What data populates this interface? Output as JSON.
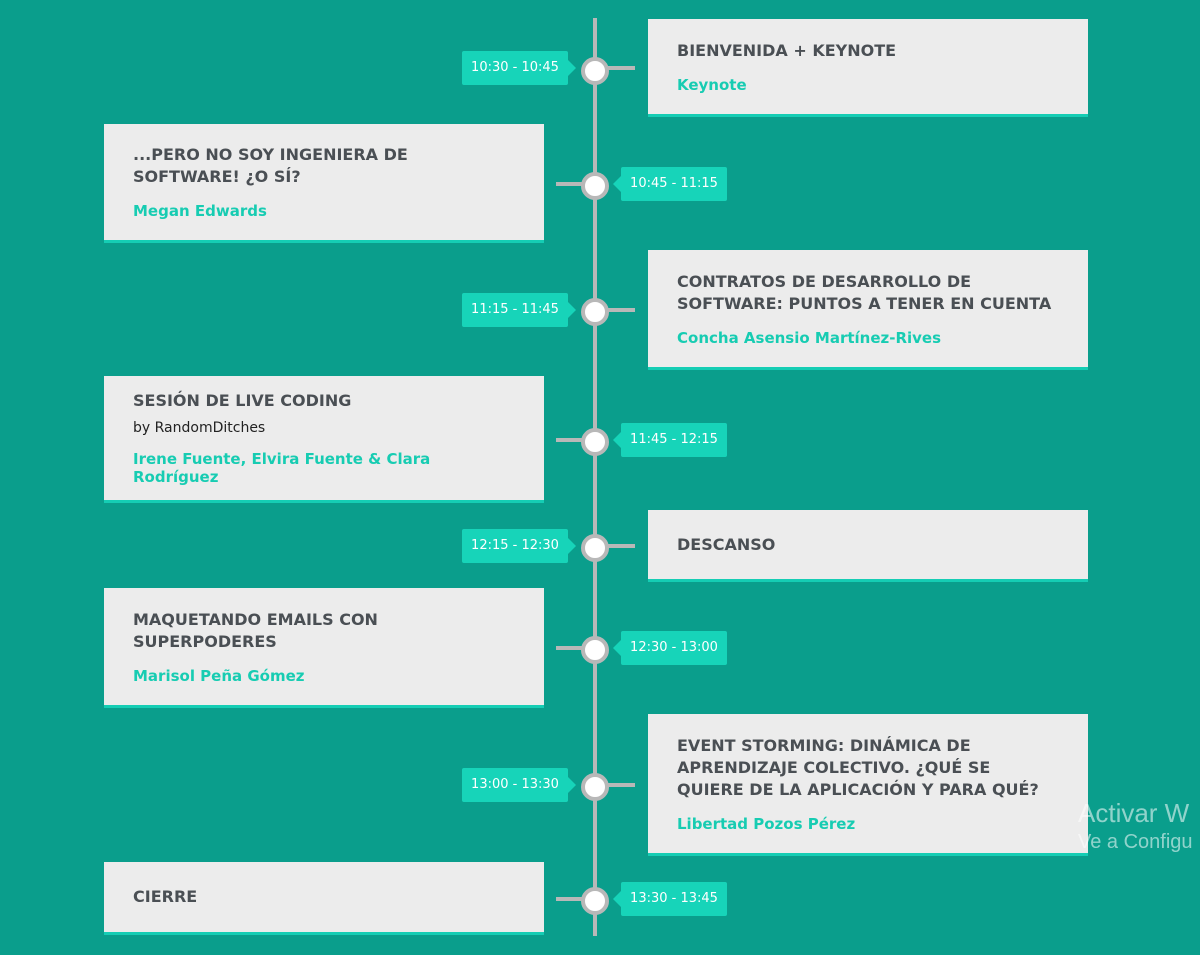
{
  "events": [
    {
      "time": "10:30 - 10:45",
      "title": "BIENVENIDA + KEYNOTE",
      "subtitle": "",
      "speaker": "Keynote"
    },
    {
      "time": "10:45 - 11:15",
      "title": "...PERO NO SOY INGENIERA DE SOFTWARE! ¿O SÍ?",
      "subtitle": "",
      "speaker": "Megan Edwards"
    },
    {
      "time": "11:15 - 11:45",
      "title": "CONTRATOS DE DESARROLLO DE SOFTWARE: PUNTOS A TENER EN CUENTA",
      "subtitle": "",
      "speaker": "Concha Asensio Martínez-Rives"
    },
    {
      "time": "11:45 - 12:15",
      "title": "SESIÓN DE LIVE CODING",
      "subtitle": "by RandomDitches",
      "speaker": "Irene Fuente, Elvira Fuente & Clara Rodríguez"
    },
    {
      "time": "12:15 - 12:30",
      "title": "DESCANSO",
      "subtitle": "",
      "speaker": ""
    },
    {
      "time": "12:30 - 13:00",
      "title": "MAQUETANDO EMAILS CON SUPERPODERES",
      "subtitle": "",
      "speaker": "Marisol Peña Gómez"
    },
    {
      "time": "13:00 - 13:30",
      "title": "EVENT STORMING: DINÁMICA DE APRENDIZAJE COLECTIVO. ¿QUÉ SE QUIERE DE LA APLICACIÓN Y PARA QUÉ?",
      "subtitle": "",
      "speaker": "Libertad Pozos Pérez"
    },
    {
      "time": "13:30 - 13:45",
      "title": "CIERRE",
      "subtitle": "",
      "speaker": ""
    }
  ],
  "watermark": {
    "line1": "Activar W",
    "line2": "Ve a Configu"
  },
  "colors": {
    "background": "#0a9e8c",
    "accent": "#17d4b9",
    "card": "#ececec",
    "line": "#b8b8b8"
  }
}
